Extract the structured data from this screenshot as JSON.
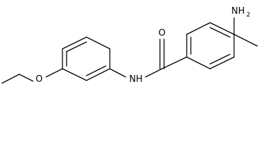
{
  "structure": {
    "labels": {
      "oxygen_carbonyl": "O",
      "oxygen_ether": "O",
      "nitrogen_amide": "NH",
      "amino_n": "NH",
      "amino_sub": "2"
    }
  }
}
